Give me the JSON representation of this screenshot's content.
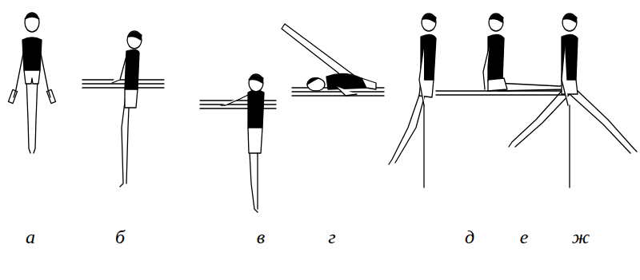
{
  "diagram": {
    "labels": [
      "а",
      "б",
      "в",
      "г",
      "д",
      "е",
      "ж"
    ]
  }
}
